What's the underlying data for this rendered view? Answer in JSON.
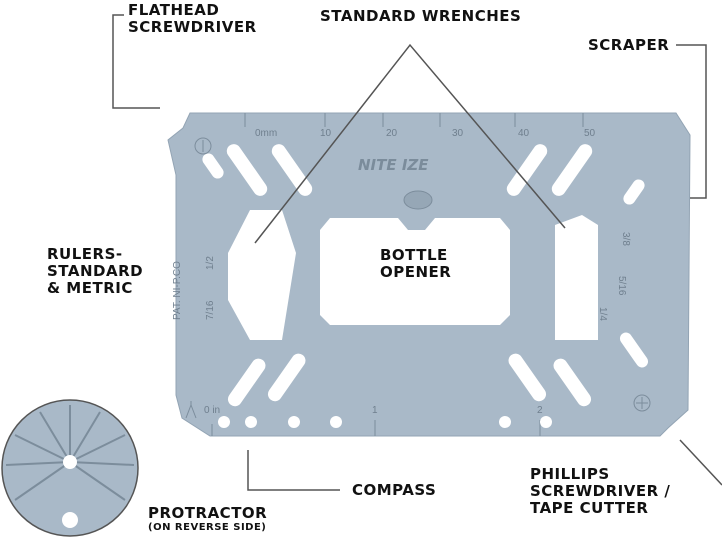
{
  "labels": {
    "flathead": [
      "FLATHEAD",
      "SCREWDRIVER"
    ],
    "wrenches": "STANDARD WRENCHES",
    "scraper": "SCRAPER",
    "rulers": [
      "RULERS-",
      "STANDARD",
      "& METRIC"
    ],
    "bottle": [
      "BOTTLE",
      "OPENER"
    ],
    "compass": "COMPASS",
    "phillips": [
      "PHILLIPS",
      "SCREWDRIVER /",
      "TAPE CUTTER"
    ],
    "protractor": "PROTRACTOR",
    "protractor_note": "(ON REVERSE SIDE)"
  },
  "card": {
    "brand": "NITE IZE",
    "metric_ticks": [
      "0mm",
      "10",
      "20",
      "30",
      "40",
      "50"
    ],
    "inch_ticks": [
      "0 in",
      "1",
      "2"
    ],
    "wrench_sizes_left": [
      "1/2",
      "7/16"
    ],
    "wrench_sizes_right": [
      "3/8",
      "5/16",
      "1/4"
    ],
    "patent": "PAT. NI-P.CO",
    "color": "#a9b9c8"
  }
}
